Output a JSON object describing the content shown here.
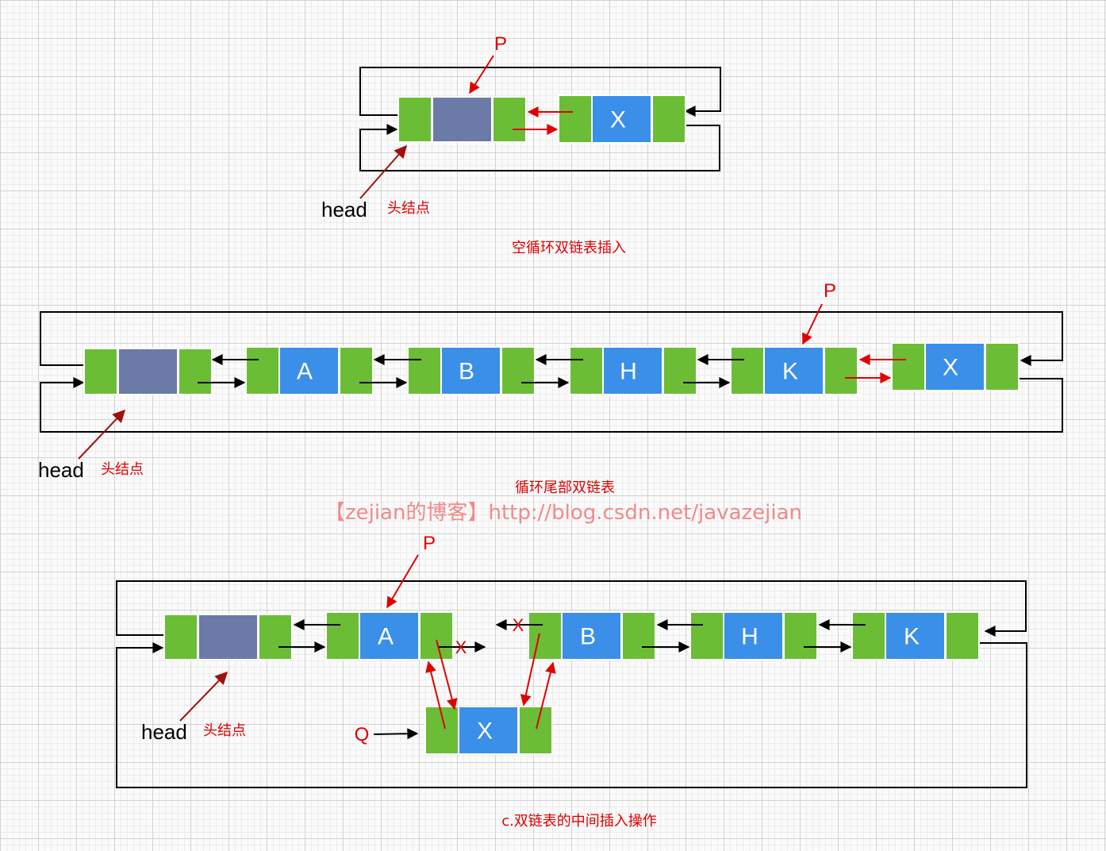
{
  "colors": {
    "pointer_cell": "#6bbd36",
    "data_cell": "#3a8fe8",
    "head_data_cell": "#6b7aa6",
    "black_arrow": "#000000",
    "red_arrow": "#e00000"
  },
  "diagram_a": {
    "pointer_label": "P",
    "head_label": "head",
    "head_note": "头结点",
    "node_x": "X",
    "caption": "空循环双链表插入"
  },
  "diagram_b": {
    "pointer_label": "P",
    "head_label": "head",
    "head_note": "头结点",
    "nodes": [
      "A",
      "B",
      "H",
      "K",
      "X"
    ],
    "caption": "循环尾部双链表"
  },
  "watermark": "【zejian的博客】http://blog.csdn.net/javazejian",
  "diagram_c": {
    "pointer_label": "P",
    "head_label": "head",
    "head_note": "头结点",
    "nodes": [
      "A",
      "B",
      "H",
      "K"
    ],
    "new_node": "X",
    "new_pointer_label": "Q",
    "break_mark": "X",
    "caption": "c.双链表的中间插入操作"
  }
}
